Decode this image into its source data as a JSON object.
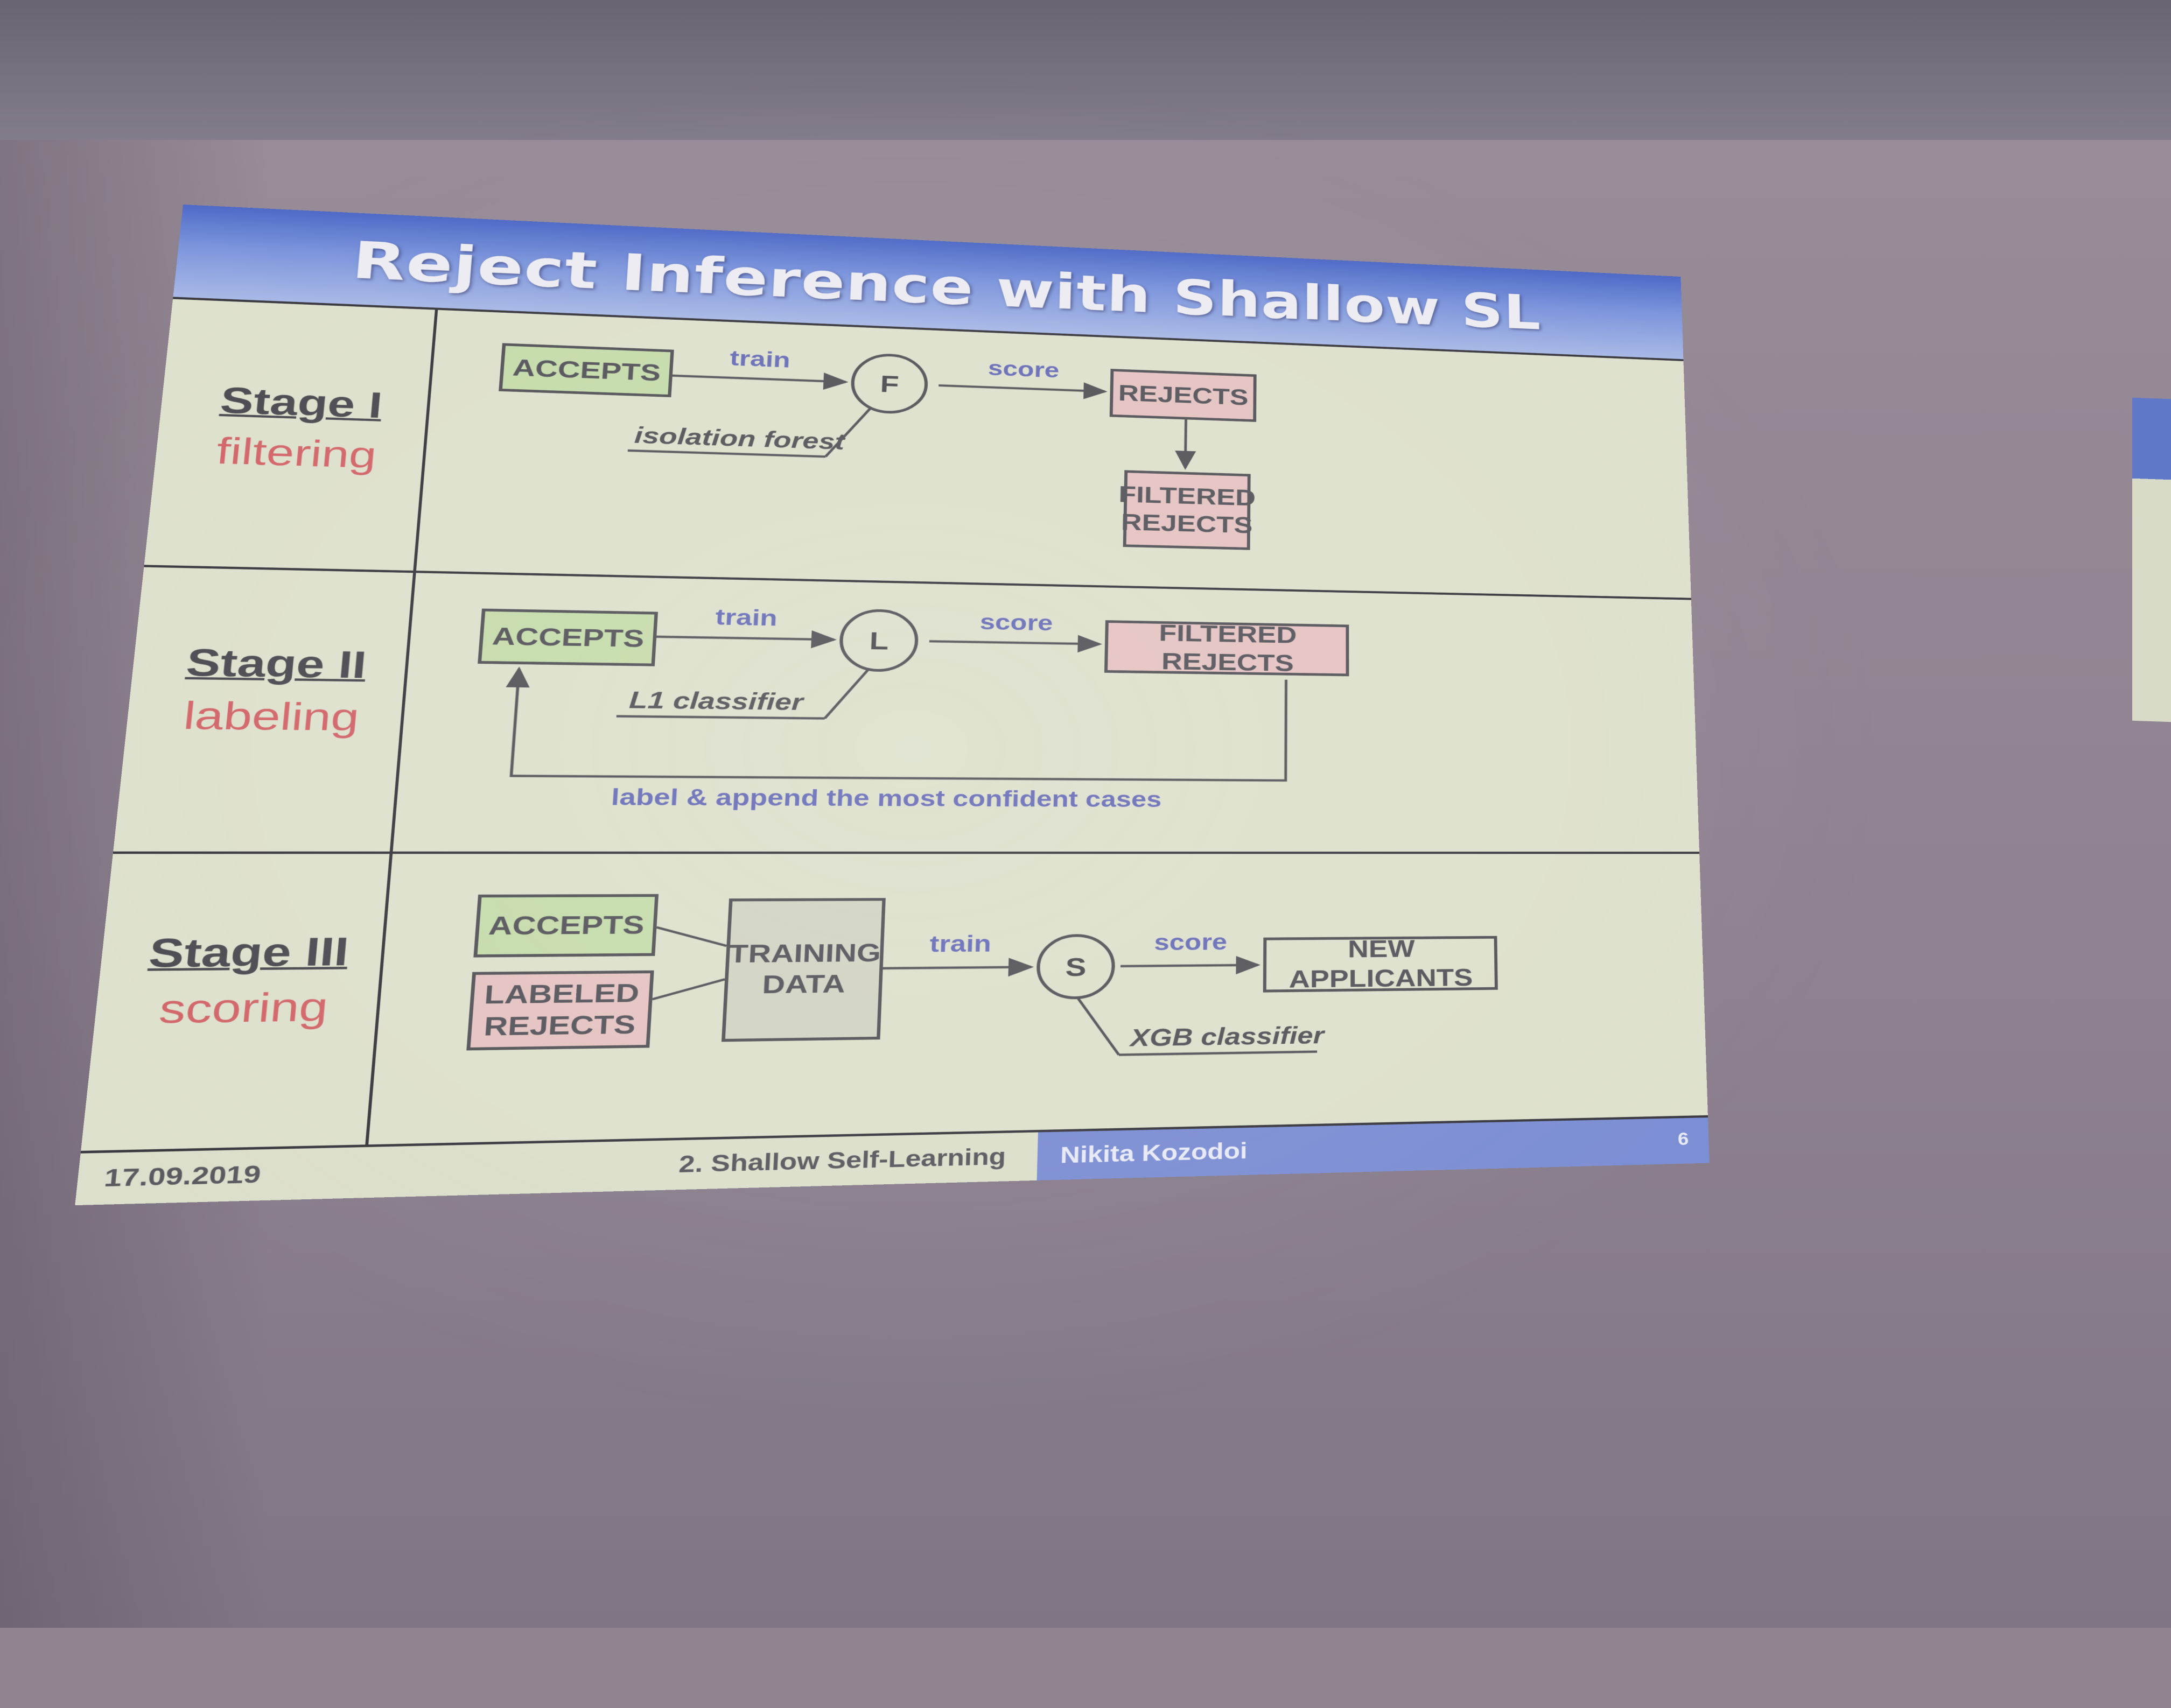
{
  "slide": {
    "title": "Reject Inference with Shallow SL",
    "stages": [
      {
        "name": "Stage I",
        "subtitle": "filtering",
        "accepts": "ACCEPTS",
        "train": "train",
        "model_letter": "F",
        "model_name": "isolation forest",
        "score": "score",
        "target": "REJECTS",
        "output": "FILTERED REJECTS"
      },
      {
        "name": "Stage II",
        "subtitle": "labeling",
        "accepts": "ACCEPTS",
        "train": "train",
        "model_letter": "L",
        "model_name": "L1 classifier",
        "score": "score",
        "target": "FILTERED REJECTS",
        "feedback": "label & append the most confident cases"
      },
      {
        "name": "Stage III",
        "subtitle": "scoring",
        "accepts": "ACCEPTS",
        "labeled_rejects": "LABELED REJECTS",
        "training_data": "TRAINING DATA",
        "train": "train",
        "model_letter": "S",
        "model_name": "XGB classifier",
        "score": "score",
        "target": "NEW APPLICANTS"
      }
    ],
    "footer": {
      "date": "17.09.2019",
      "section": "2. Shallow Self-Learning",
      "author": "Nikita Kozodoi",
      "page": "6"
    },
    "colors": {
      "title_bar": "#5b75cf",
      "accepts_fill": "#c6dcac",
      "rejects_fill": "#e5c4c3",
      "stage_subtitle": "#d2666a",
      "arrow_label": "#6a6fb8",
      "footer_right": "#7d8fd4"
    }
  }
}
